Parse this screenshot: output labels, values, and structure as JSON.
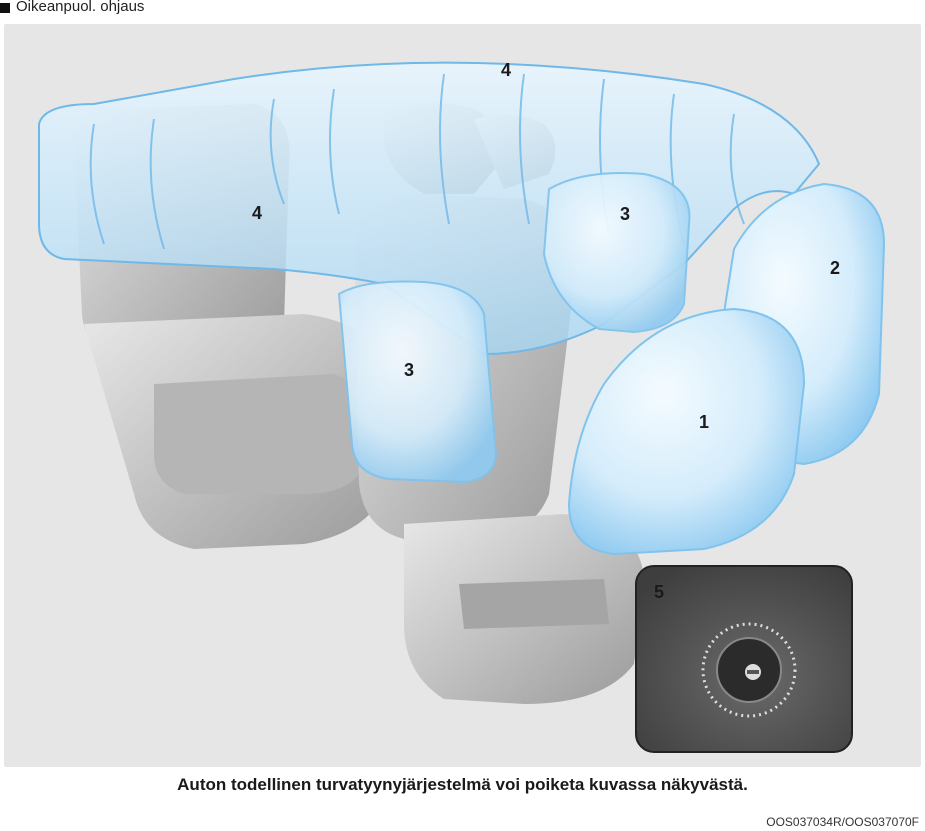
{
  "header": {
    "section_label": "Oikeanpuol. ohjaus"
  },
  "figure": {
    "callouts": {
      "airbag_1": "1",
      "airbag_2": "2",
      "airbag_3_front": "3",
      "airbag_3_rear": "3",
      "airbag_4_top": "4",
      "airbag_4_left": "4",
      "inset_5": "5"
    }
  },
  "caption": "Auton todellinen turvatyynyjärjestelmä voi poiketa kuvassa näkyvästä.",
  "figure_code": "OOS037034R/OOS037070F",
  "colors": {
    "airbag_fill": "#cfe9fb",
    "airbag_stroke": "#7fc3ee",
    "seat": "#c9c9c9",
    "inset_bg": "#5a5a5a"
  }
}
